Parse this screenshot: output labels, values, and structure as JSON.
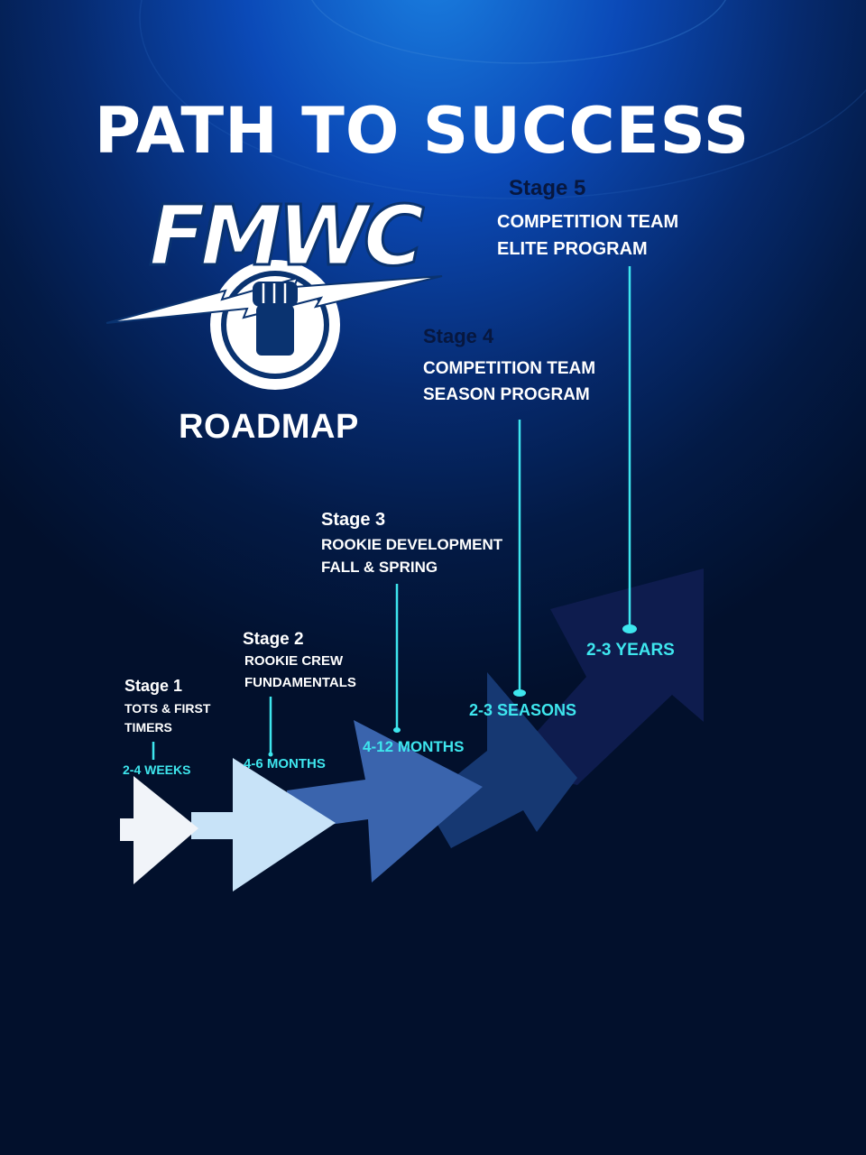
{
  "title": "PATH TO SUCCESS",
  "logo": {
    "text": "FMWC",
    "subtitle": "ROADMAP",
    "icon": "fist-lightning-icon"
  },
  "stages": [
    {
      "label": "Stage 1",
      "lines": [
        "TOTS & FIRST",
        "TIMERS"
      ],
      "duration": "2-4 WEEKS",
      "color": "#f1f4f9"
    },
    {
      "label": "Stage 2",
      "lines": [
        "ROOKIE CREW",
        "FUNDAMENTALS"
      ],
      "duration": "4-6 MONTHS",
      "color": "#c8e3f8"
    },
    {
      "label": "Stage 3",
      "lines": [
        "ROOKIE DEVELOPMENT",
        "FALL & SPRING"
      ],
      "duration": "4-12 MONTHS",
      "color": "#3a64ad"
    },
    {
      "label": "Stage 4",
      "lines": [
        "COMPETITION TEAM",
        "SEASON PROGRAM"
      ],
      "duration": "2-3 SEASONS",
      "color": "#163872"
    },
    {
      "label": "Stage 5",
      "lines": [
        "COMPETITION TEAM",
        "ELITE PROGRAM"
      ],
      "duration": "2-3 YEARS",
      "color": "#0e1c4e"
    }
  ],
  "colors": {
    "accent": "#3ee6ee",
    "background": "#062a6e"
  }
}
